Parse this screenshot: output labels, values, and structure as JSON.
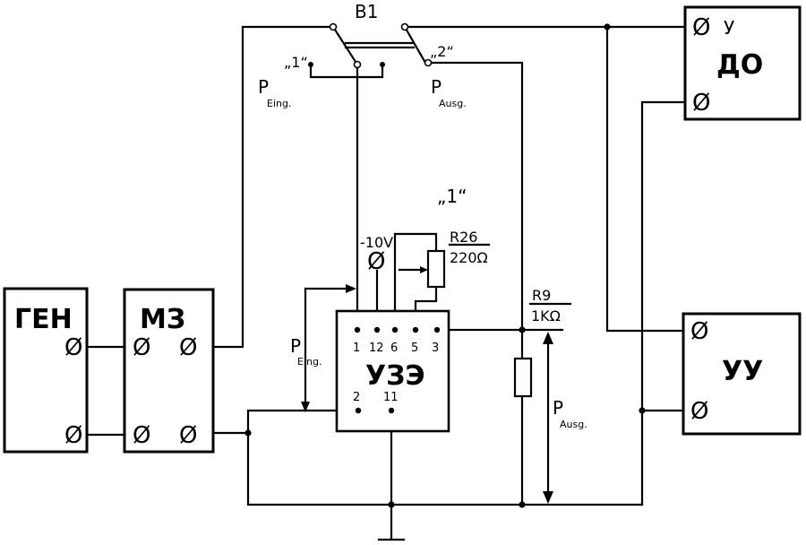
{
  "boxes": {
    "gen": "ГЕН",
    "mz": "МЗ",
    "uze": "УЗЭ",
    "do_top": "У",
    "do_bottom": "ДО",
    "uu": "УУ"
  },
  "switch": {
    "name": "B1",
    "pos1": "„1“",
    "pos2": "„2“",
    "p_in": "P",
    "p_in_sub": "Eing.",
    "p_out": "P",
    "p_out_sub": "Ausg."
  },
  "pins": {
    "p1": "1",
    "p12": "12",
    "p6": "6",
    "p5": "5",
    "p3": "3",
    "p2": "2",
    "p11": "11"
  },
  "components": {
    "voltage": "-10V",
    "setting": "„1“",
    "r26_name": "R26",
    "r26_value": "220Ω",
    "r9_name": "R9",
    "r9_value": "1KΩ"
  },
  "measures": {
    "p_in": "P",
    "p_in_sub": "Eing.",
    "p_out": "P",
    "p_out_sub": "Ausg."
  },
  "terminal_symbol": "Ø"
}
